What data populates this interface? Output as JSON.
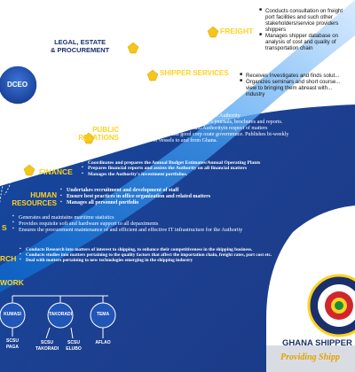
{
  "center": {
    "label": "DCEO"
  },
  "departments": {
    "legal": {
      "title": "LEGAL, ESTATE\n& PROCUREMENT"
    },
    "freight": {
      "title": "FREIGHT",
      "items": [
        "Conducts consultation on freight",
        "port facilities and such other",
        "stakeholders/service providers",
        "shippers",
        "Manages shipper database on",
        "analysis of cost and quality of",
        "transportation chain"
      ]
    },
    "shipper_services": {
      "title": "SHIPPER SERVICES",
      "subtitle": "& Trade Facilitation",
      "items": [
        "Receives Investigates and finds solut...",
        "Organizes seminars and short course...",
        "view to bringing them abreast with...",
        "industry"
      ]
    },
    "public_relations": {
      "title": "PUBLIC\nRELATIONS",
      "lines": [
        "Markets the products and activities of the Authority",
        "Manages the publication of Authority's journals, brochures and reports.",
        "Interfaces between the public and Authorityin respect of matters",
        "relatingto the press and good corp orate governmnce. Publishes bi-weekly",
        "movement of vessels to and from Ghana."
      ]
    },
    "finance": {
      "title": "FINANCE",
      "items": [
        "Coordinates and prepares the Annual Budget  Estimates/Annual Operating Plants",
        "Prepares financial reports and assists the Authority on all financial matters",
        "Manages the Authority's investment portfolios."
      ]
    },
    "human_resources": {
      "title": "HUMAN\nRESOURCES",
      "items": [
        "Undertakes recruitment and development of staff",
        "Ensure best practices in office organization and related matters",
        "Manages all personnel portfolio"
      ]
    },
    "ict": {
      "title": "S",
      "items": [
        "Generates and maintains maritime statistics",
        "Provides requisite soft and hardware support to all depaxtments",
        "Ensures the procurement maintenance of and efficient and effective IT infrastructure for the Authority"
      ]
    },
    "research": {
      "title": "RCH",
      "items": [
        "Conducts Research into matters of interest to shipping, to enhance their competitiveness in the shipping business.",
        "Conducts studies into matters pertaining to the quality factors that affect the importation chain, freight rates, port cost etc.",
        "Deal with matters pertaining to new technologies emerging in the shipping industry"
      ]
    },
    "network": {
      "title": "WORK",
      "branches": [
        {
          "name": "KUMASI",
          "sub": [
            "SCSU",
            "PAGA"
          ]
        },
        {
          "name": "TAKORADI",
          "sub": [
            "SCSU\nTAKORADI",
            "SCSU\nELUBO"
          ]
        },
        {
          "name": "TEMA",
          "sub": [
            "AFLAO"
          ]
        }
      ]
    }
  },
  "footer": {
    "org_name": "GHANA SHIPPER",
    "tagline": "Providing Shipp"
  },
  "colors": {
    "background": "#1b3f8c",
    "accent": "#ffd21f",
    "band": "#ffffff",
    "pentagon": "#f5c518",
    "center_node": "#1e4fb0"
  }
}
